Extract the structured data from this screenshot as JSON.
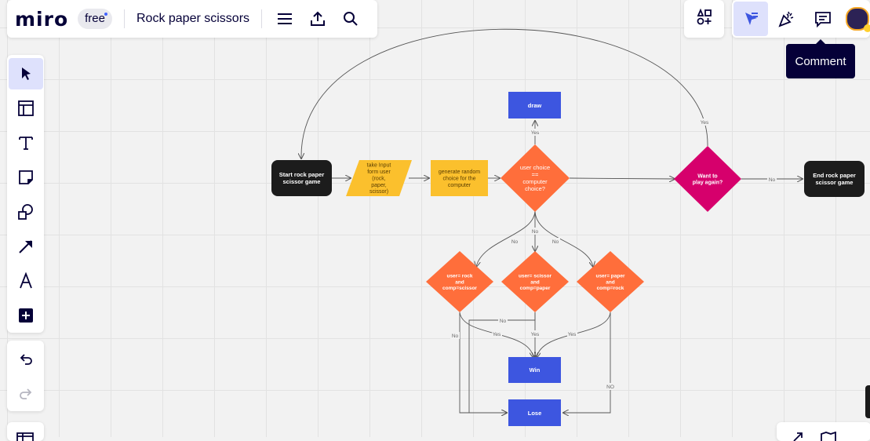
{
  "app": {
    "logo": "miro",
    "plan_badge": "free",
    "board_title": "Rock paper scissors",
    "tooltip": "Comment"
  },
  "colors": {
    "blue": "#3d56e0",
    "orange": "#ff6e3b",
    "yellow": "#fbc02d",
    "magenta": "#d6006c",
    "dark": "#1c1c1c",
    "active_bg": "#dee1fc"
  },
  "topbar_icons": [
    "menu-icon",
    "export-upload-icon",
    "search-icon"
  ],
  "right_icons": [
    "apps-icon",
    "interactive-pointer-icon",
    "celebrate-icon",
    "comment-icon",
    "avatar"
  ],
  "left_tools": [
    "select-arrow-icon",
    "frame-template-icon",
    "text-icon",
    "sticky-note-icon",
    "shapes-icon",
    "connector-arrow-icon",
    "pen-icon",
    "add-more-icon"
  ],
  "history_tools": [
    "undo-icon",
    "redo-icon"
  ],
  "flowchart": {
    "start": "Start rock paper scissor game",
    "input": [
      "take Input",
      "form user",
      "(rock,",
      "paper,",
      "scissor)"
    ],
    "generate": [
      "generate random",
      "choice for the",
      "computer"
    ],
    "decision_equal": [
      "user choice",
      "==",
      "computer",
      "choice?"
    ],
    "draw": "draw",
    "play_again": [
      "Want to",
      "play again?"
    ],
    "end": [
      "End rock paper",
      "scissor game"
    ],
    "case_rock": [
      "user= rock",
      "and",
      "comp=scissor"
    ],
    "case_scissor": [
      "user= scissor",
      "and",
      "comp=paper"
    ],
    "case_paper": [
      "user= paper",
      "and",
      "comp=rock"
    ],
    "win": "Win",
    "lose": "Lose",
    "labels": {
      "yes": "Yes",
      "no": "No",
      "no_caps": "NO"
    }
  }
}
